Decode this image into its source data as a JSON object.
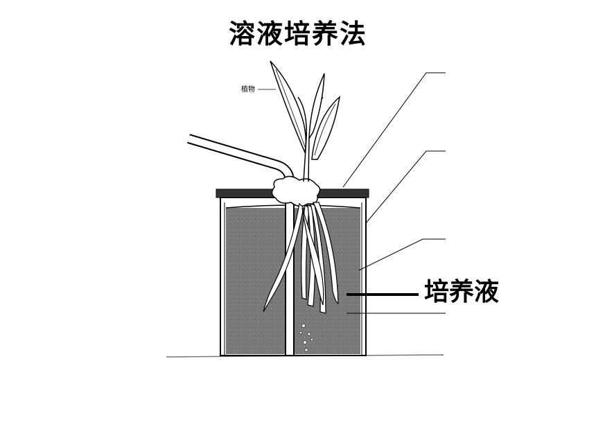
{
  "title": "溶液培养法",
  "labels": {
    "plant": "植物",
    "solution": "培养液"
  },
  "colors": {
    "solution_fill": "#7c7c7c",
    "lid": "#333333",
    "line": "#000000"
  }
}
